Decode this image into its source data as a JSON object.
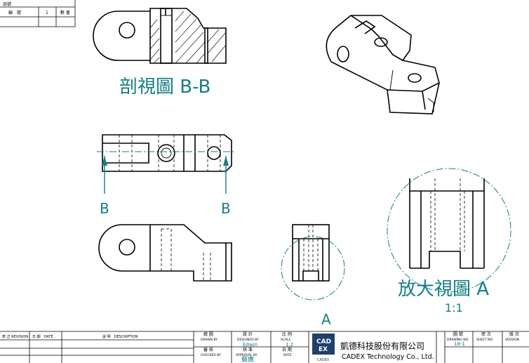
{
  "bom_table": {
    "header": "品號",
    "col_item": "編　號",
    "col_qty_num": "1",
    "col_qty": "數 量"
  },
  "views": {
    "section_label": "剖視圖 B-B",
    "cut_letter_left": "B",
    "cut_letter_right": "B",
    "detail_callout": "A",
    "detail_label": "放大視圖 A",
    "detail_scale": "1:1"
  },
  "title_block": {
    "revision_label": "修 正 REVISION",
    "date_label": "日 期　DATE",
    "description_label": "說 明　DESCRIPTION",
    "drawn_label": "繪 圖",
    "drawn_en": "DRAWN BY",
    "designed_label": "設 計",
    "designed_en": "DESIGNED BY",
    "designer_name": "Edwin",
    "scale_label": "比 例",
    "scale_en": "SCALE",
    "scale_value": "1:2",
    "checked_label": "審 核",
    "checked_en": "CHECKED BY",
    "approval_label": "核 准",
    "approval_en": "APPROVAL BY",
    "approver_name": "蘇廣",
    "date_label2": "日 期",
    "date_en": "DATE",
    "logo_top": "CAD",
    "logo_bottom": "EX",
    "logo_sub": "CADEX",
    "company_zh": "凱德科技股份有限公司",
    "company_en": "CADEX Technology Co., Ltd.",
    "drawing_no_label": "圖 號",
    "drawing_no_en": "DRAWING NO.",
    "drawing_no_value": "18-1",
    "sheet_label": "張 次",
    "sheet_en": "SHEET NO.",
    "version_label": "版 次",
    "version_en": "VERSION"
  }
}
